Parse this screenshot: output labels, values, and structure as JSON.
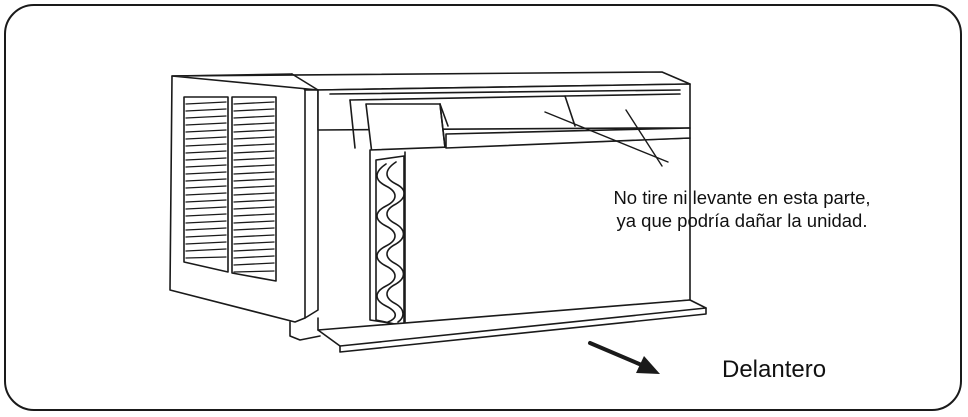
{
  "caution_note": {
    "line1": "No tire ni levante en esta parte,",
    "line2": "ya que podría dañar la unidad."
  },
  "direction_label": "Delantero",
  "colors": {
    "stroke": "#1a1a1a",
    "fill": "#ffffff"
  },
  "icons": {
    "front_arrow": "arrow-down-right-icon"
  }
}
